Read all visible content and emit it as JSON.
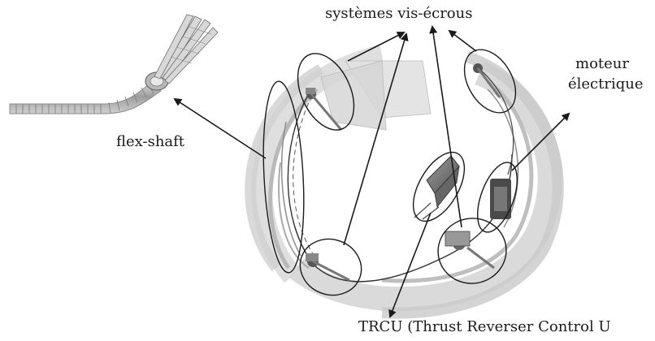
{
  "labels": {
    "vis_ecrous": "systèmes vis-écrous",
    "moteur_line1": "moteur",
    "moteur_line2": "électrique",
    "flex_shaft": "flex-shaft",
    "trcu": "TRCU (Thrust Reverser Control U"
  },
  "colors": {
    "ink": "#1a1a1a",
    "nacelle_gray": "#bdbdbd",
    "shaft_gray": "#9a9a9a"
  }
}
